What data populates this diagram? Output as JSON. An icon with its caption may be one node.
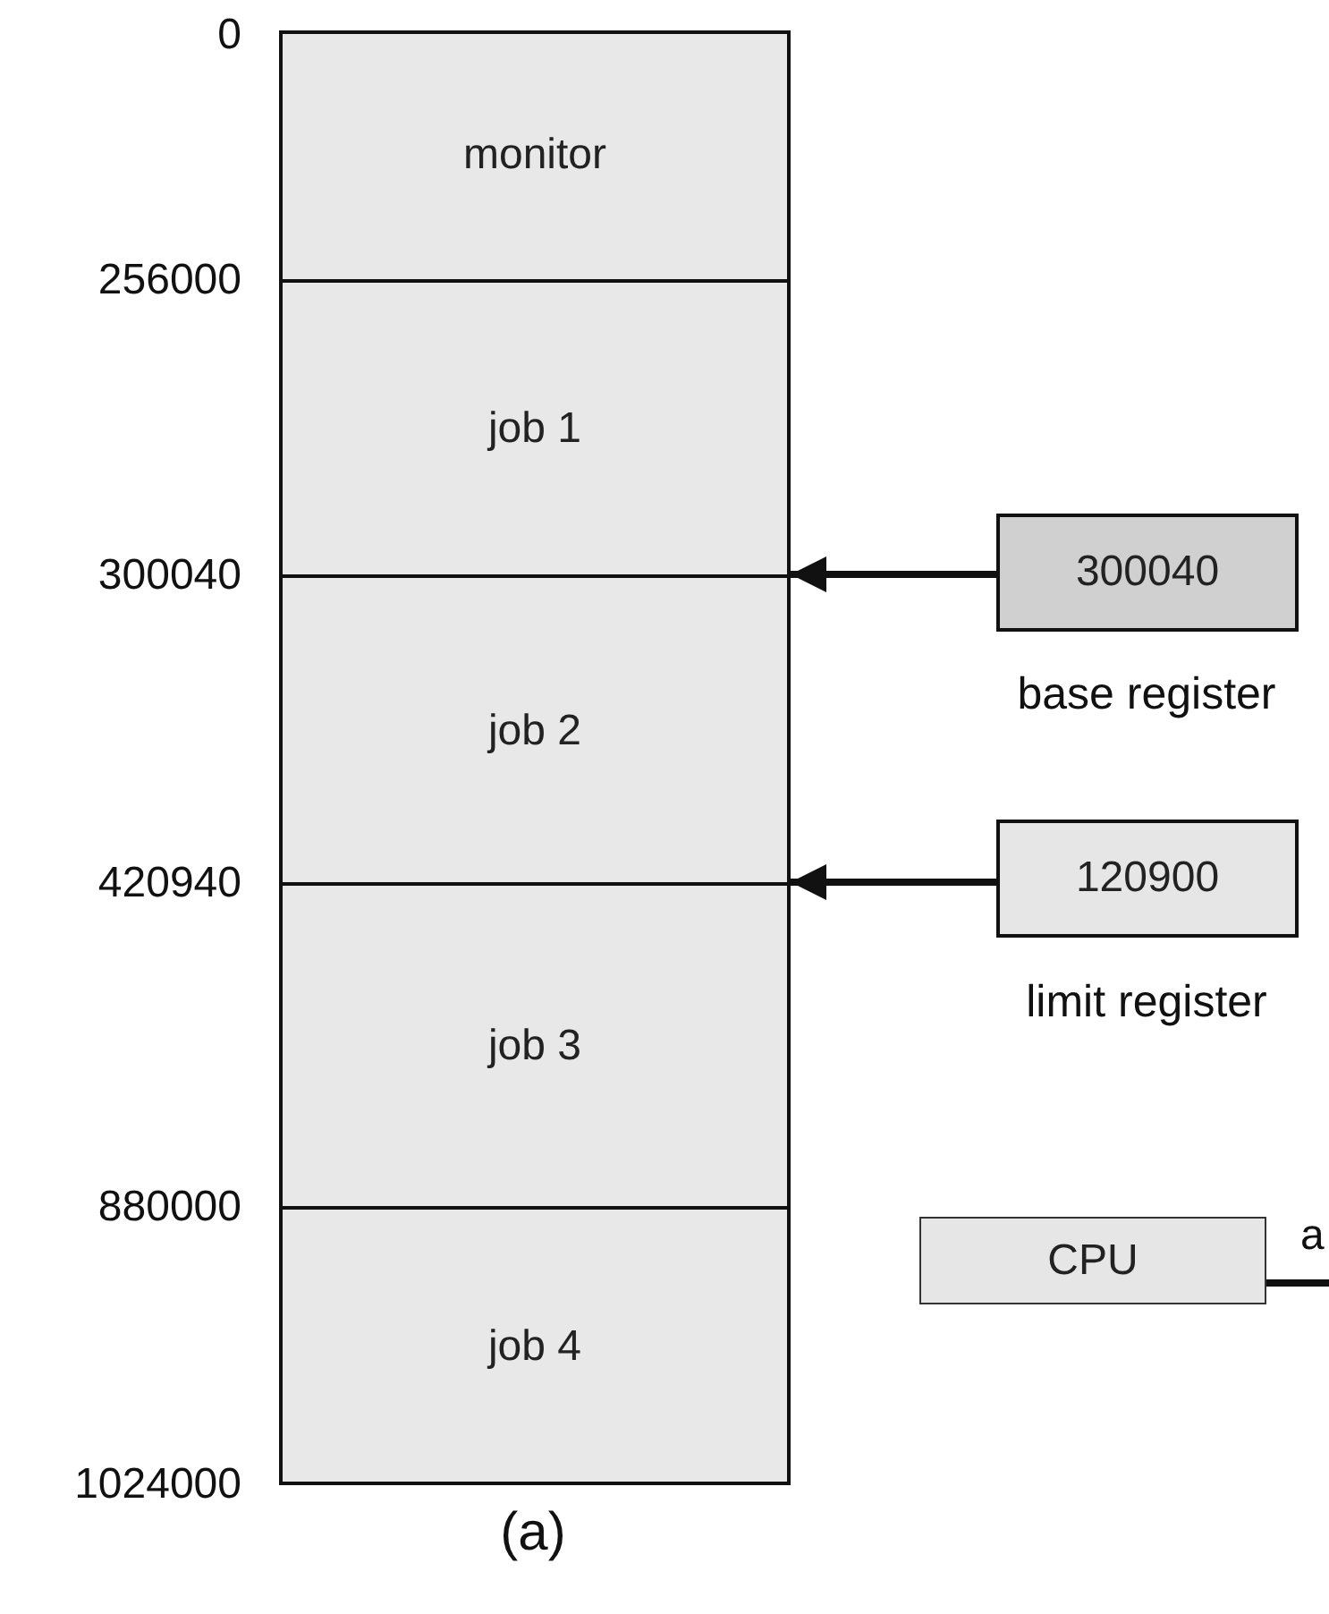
{
  "diagram": {
    "nodes": [
      {
        "text": [],
        "shape": "box"
      },
      {
        "text": [
          "monitor"
        ],
        "in": 0
      },
      {
        "text": [
          "job 1"
        ],
        "in": 0
      },
      {
        "text": [
          "job 2"
        ],
        "in": 0
      },
      {
        "text": [
          "job 3"
        ],
        "in": 0
      },
      {
        "text": [
          "job 4"
        ],
        "in": 0
      },
      {
        "text": [
          "300040"
        ],
        "beside": [
          "base register"
        ]
      },
      {
        "text": [
          "120900"
        ],
        "beside": [
          "limit register"
        ]
      },
      {
        "text": [
          "CPU"
        ]
      }
    ],
    "edges": [
      {
        "from": 6,
        "to": 0,
        "arrow": "to"
      },
      {
        "from": 7,
        "to": 0,
        "arrow": "to"
      },
      {
        "from": 8,
        "to": null,
        "arrow": "none",
        "label": "a"
      }
    ],
    "labels": [
      "0",
      "256000",
      "300040",
      "420940",
      "880000",
      "1024000",
      "(a)"
    ]
  }
}
